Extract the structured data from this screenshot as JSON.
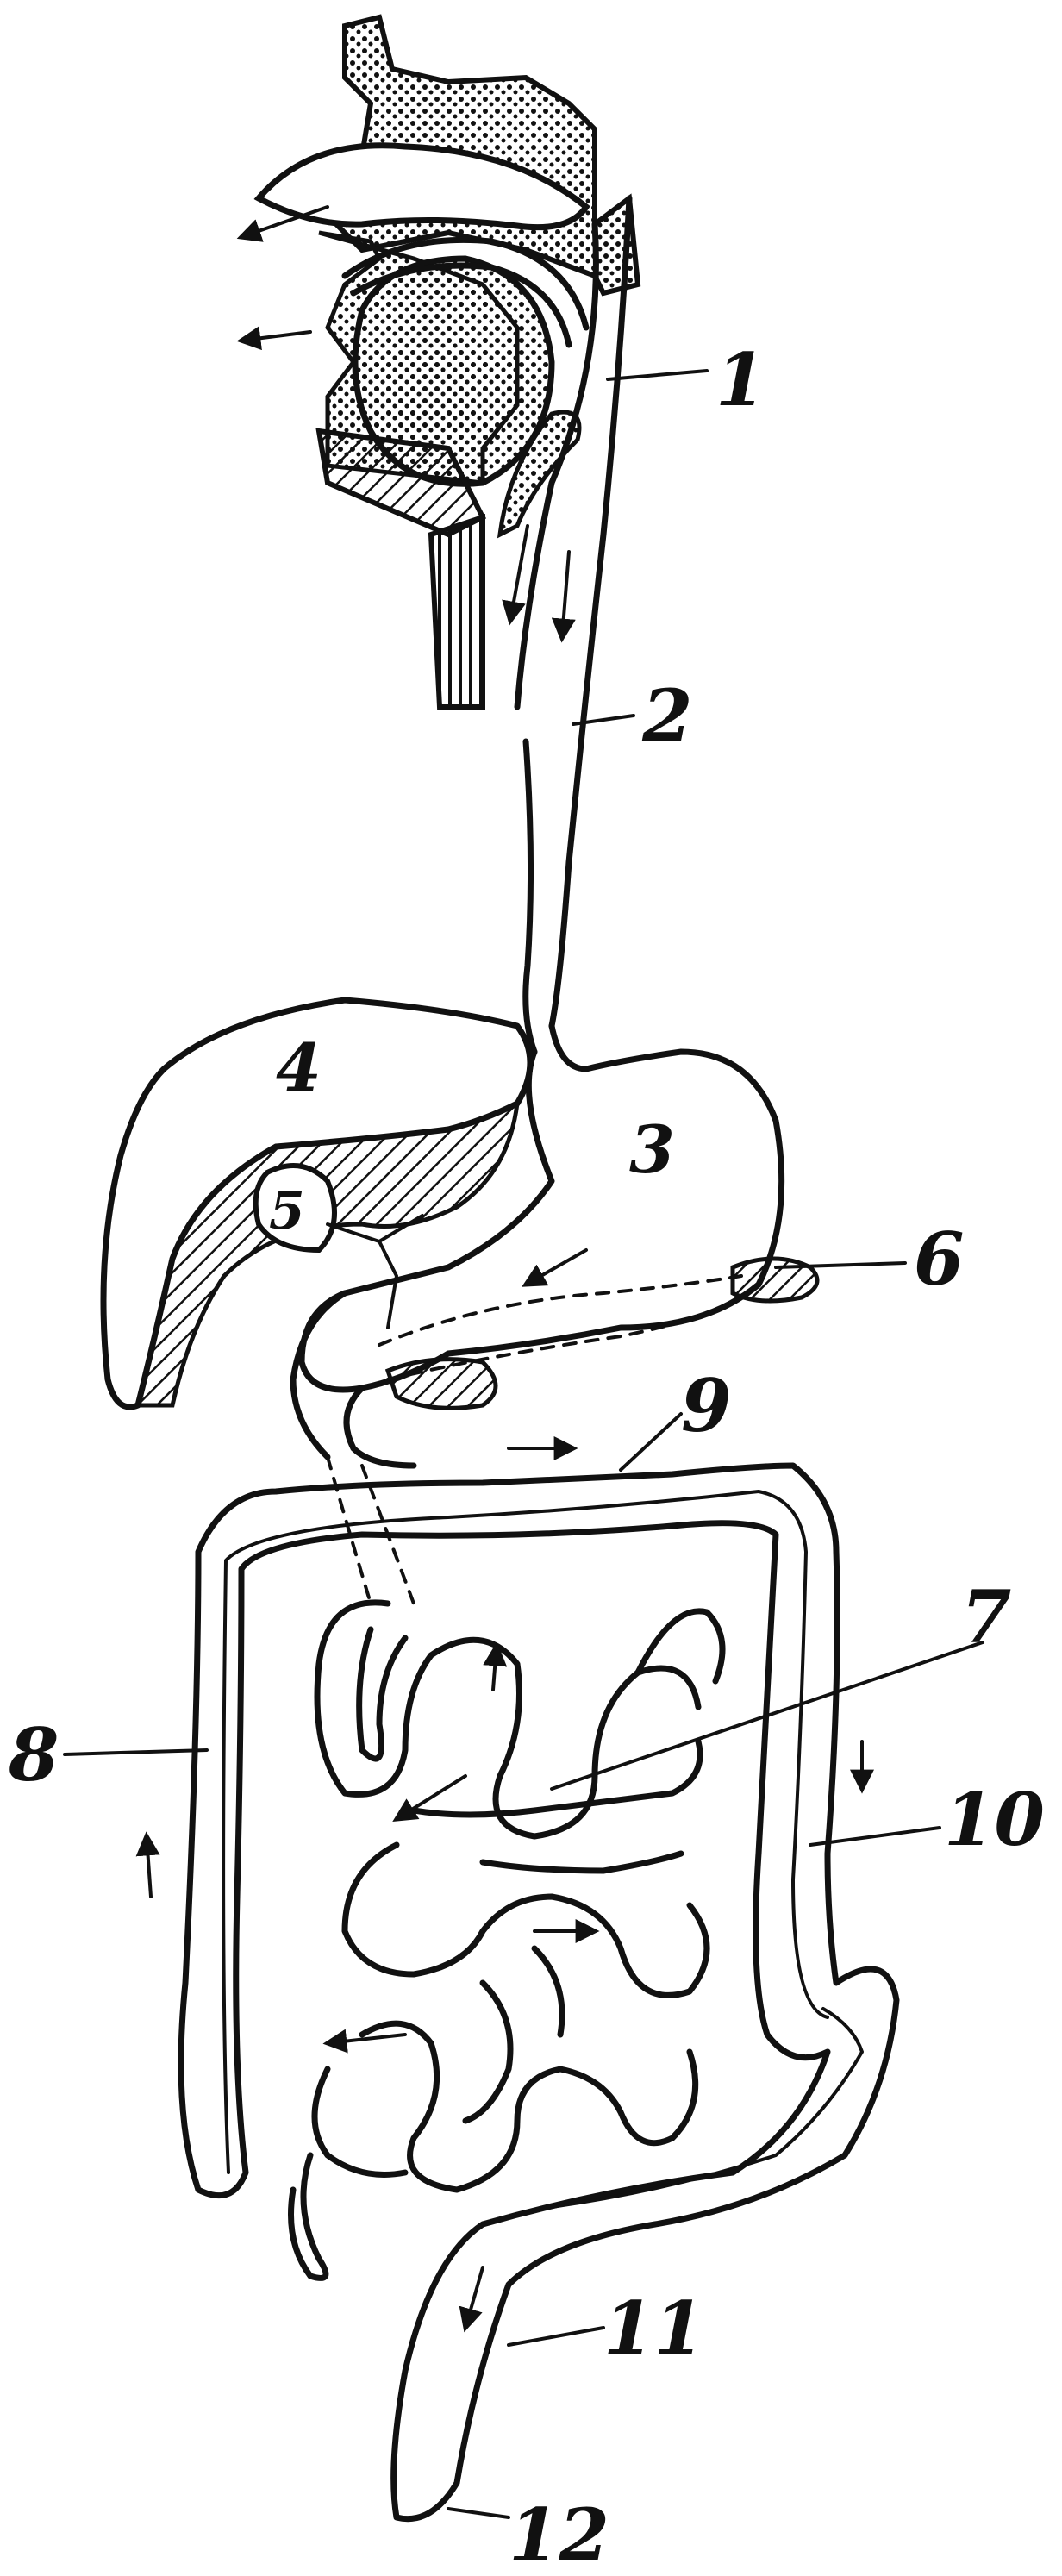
{
  "diagram": {
    "labels": [
      "1",
      "2",
      "3",
      "4",
      "5",
      "6",
      "7",
      "8",
      "9",
      "10",
      "11",
      "12"
    ],
    "ink_color": "#111111",
    "paper_color": "#ffffff"
  }
}
